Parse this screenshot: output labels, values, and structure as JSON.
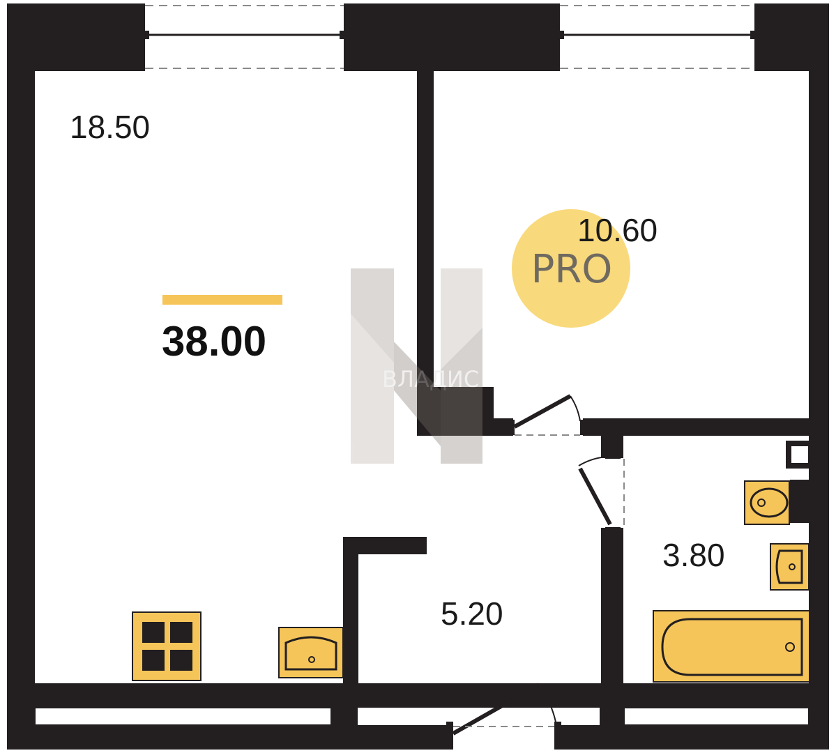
{
  "plan": {
    "total_area": "38.00",
    "rooms": [
      {
        "id": "living",
        "area": "18.50"
      },
      {
        "id": "bedroom",
        "area": "10.60"
      },
      {
        "id": "bathroom",
        "area": "3.80"
      },
      {
        "id": "hallway",
        "area": "5.20"
      }
    ]
  },
  "badge": {
    "text": "PRO"
  },
  "watermark": {
    "brand": "ВЛАДИС"
  },
  "colors": {
    "wall": "#231f20",
    "accent": "#f5c55a",
    "fixture_outline": "#231f20",
    "badge_circle": "#f7d56e",
    "background": "#ffffff"
  },
  "icons": [
    "stove-icon",
    "kitchen-sink-icon",
    "toilet-icon",
    "washbasin-icon",
    "bathtub-icon",
    "door-swing-icon",
    "window-icon"
  ]
}
